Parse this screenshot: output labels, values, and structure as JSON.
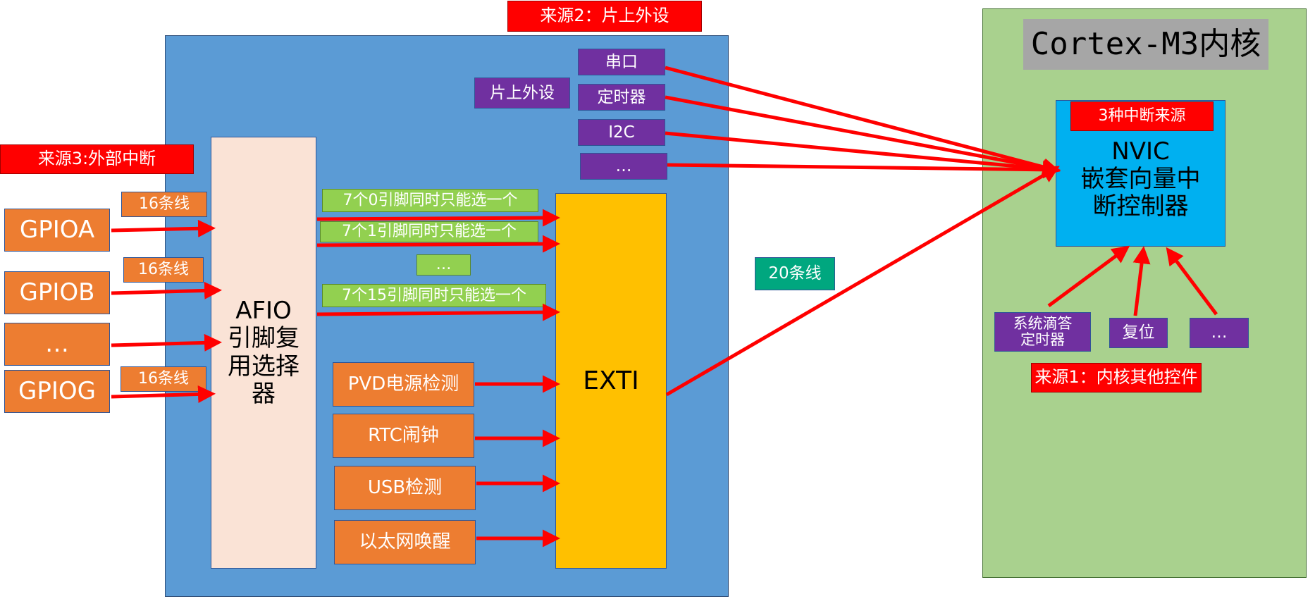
{
  "source2_label": "来源2：片上外设",
  "source3_label": "来源3:外部中断",
  "source1_label": "来源1：内核其他控件",
  "onchip_label": "片上外设",
  "peripherals": [
    "串口",
    "定时器",
    "I2C",
    "…"
  ],
  "gpio_ports": [
    "GPIOA",
    "GPIOB",
    "…",
    "GPIOG"
  ],
  "line_counts": [
    "16条线",
    "16条线",
    "16条线"
  ],
  "afio_label": "AFIO\n引脚复\n用选择\n器",
  "pin_select": [
    "7个0引脚同时只能选一个",
    "7个1引脚同时只能选一个",
    "…",
    "7个15引脚同时只能选一个"
  ],
  "exti_sources": [
    "PVD电源检测",
    "RTC闹钟",
    "USB检测",
    "以太网唤醒"
  ],
  "exti_label": "EXTI",
  "exti_lines": "20条线",
  "cortex_title": "Cortex-M3内核",
  "nvic_sources_label": "3种中断来源",
  "nvic_label": "NVIC\n嵌套向量中\n断控制器",
  "core_controls": [
    "系统滴答\n定时器",
    "复位",
    "…"
  ],
  "colors": {
    "red": "#ff0000",
    "orange": "#ed7d31",
    "purple": "#7030a0",
    "green": "#92d050",
    "blue_panel": "#5b9bd5",
    "cortex_panel": "#a9d18e",
    "exti": "#ffc000",
    "nvic": "#00b0f0",
    "afio": "#fae3d6",
    "arrow": "#ff0000"
  }
}
